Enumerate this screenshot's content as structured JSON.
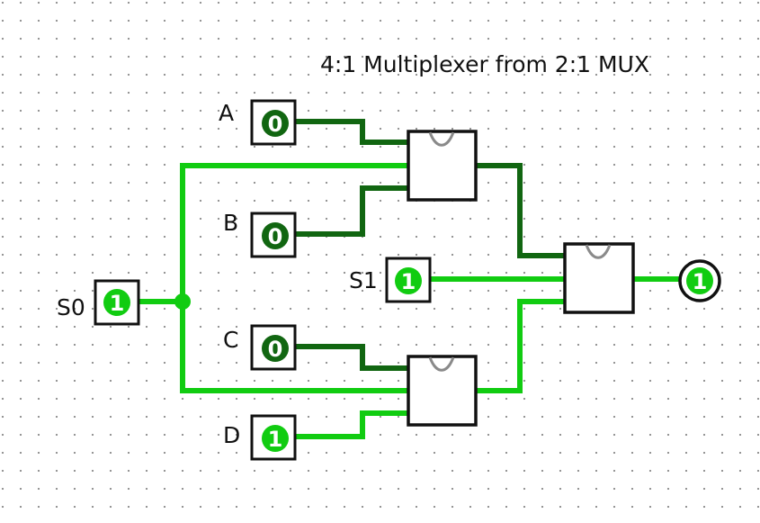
{
  "title": "4:1 Multiplexer from 2:1 MUX",
  "colors": {
    "wire_high": "#11cc11",
    "wire_low": "#116611",
    "wire_high_dark": "#0a9a0a",
    "pin_outline": "#111111",
    "notch": "#8a8a8a",
    "grid_dot": "#8a8a8a"
  },
  "inputs": [
    {
      "label": "A",
      "value": "0"
    },
    {
      "label": "B",
      "value": "0"
    },
    {
      "label": "C",
      "value": "0"
    },
    {
      "label": "D",
      "value": "1"
    },
    {
      "label": "S0",
      "value": "1"
    },
    {
      "label": "S1",
      "value": "1"
    }
  ],
  "output": {
    "value": "1"
  },
  "components": [
    "mux-top",
    "mux-bottom",
    "mux-final"
  ]
}
